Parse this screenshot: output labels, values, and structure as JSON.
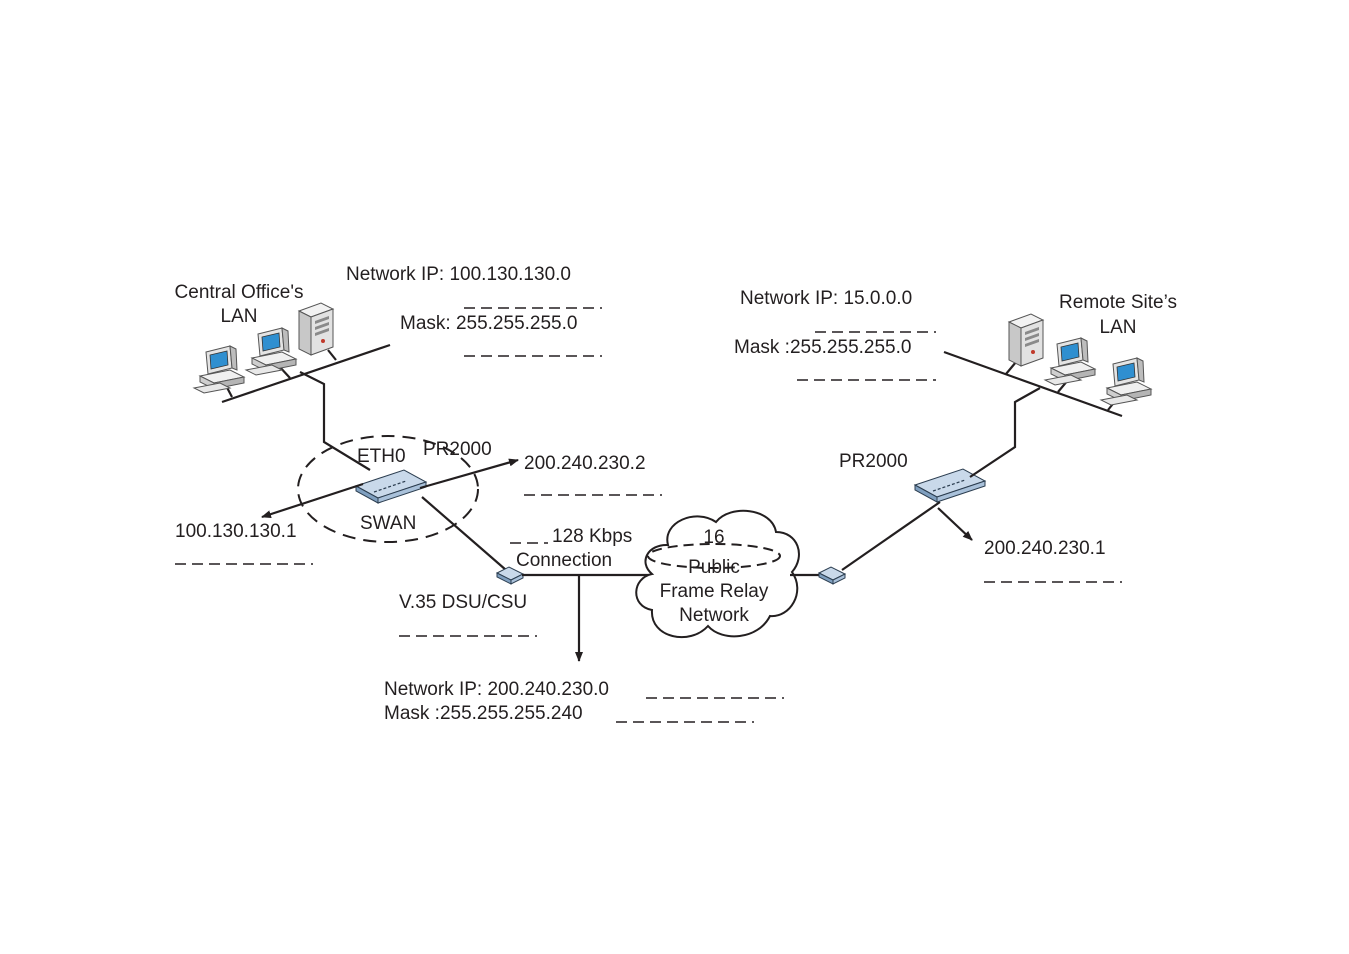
{
  "central_office": {
    "title_line1": "Central Office's",
    "title_line2": "LAN",
    "network_ip_label": "Network IP: 100.130.130.0",
    "mask_label": "Mask: 255.255.255.0",
    "eth0_label": "ETH0",
    "swan_label": "SWAN",
    "router_label": "PR2000",
    "eth0_ip": "100.130.130.1",
    "swan_ip": "200.240.230.2"
  },
  "wan_link": {
    "speed_label": "128 Kbps",
    "connection_label": "Connection",
    "dsu_label": "V.35 DSU/CSU",
    "network_ip_label": "Network IP: 200.240.230.0",
    "mask_label": "Mask :255.255.255.240"
  },
  "cloud": {
    "number": "16",
    "line1": "Public",
    "line2": "Frame Relay",
    "line3": "Network"
  },
  "remote_site": {
    "title_line1": "Remote Site’s",
    "title_line2": "LAN",
    "network_ip_label": "Network IP: 15.0.0.0",
    "mask_label": "Mask :255.255.255.0",
    "router_label": "PR2000",
    "router_ip": "200.240.230.1"
  },
  "colors": {
    "line": "#231f20",
    "router_top": "#c9d9ea",
    "router_side": "#7f9fbf",
    "screen": "#2f8fd0",
    "computer_body": "#e4e4e4"
  }
}
